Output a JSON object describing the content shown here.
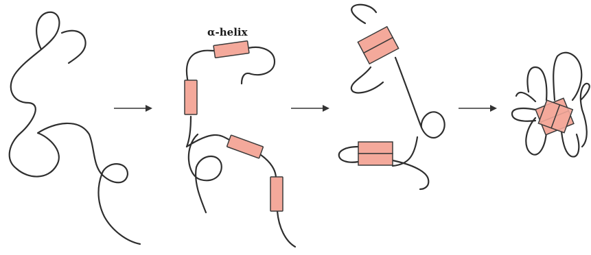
{
  "diagram": {
    "helix_label": "α-helix",
    "colors": {
      "helix_fill": "#f4a99b",
      "chain_stroke": "#2e2e2e",
      "arrow": "#333333"
    },
    "stages": [
      {
        "name": "unfolded-chain"
      },
      {
        "name": "secondary-structure"
      },
      {
        "name": "helix-pairing"
      },
      {
        "name": "compact-folded-state"
      }
    ]
  }
}
